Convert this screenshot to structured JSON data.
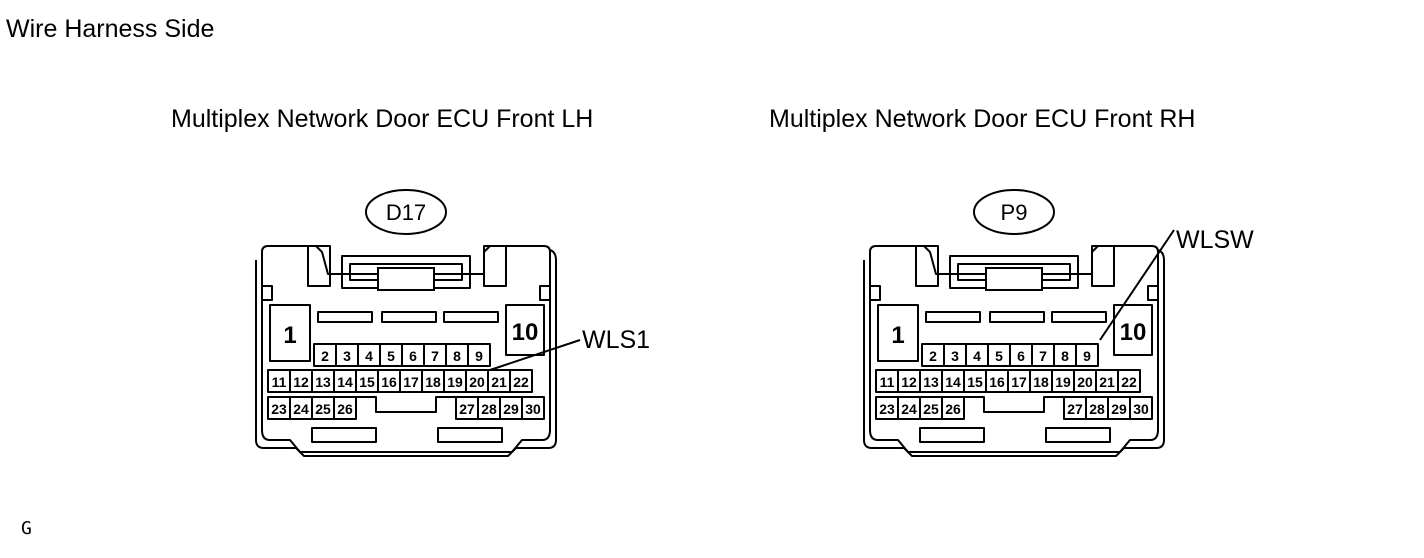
{
  "page_title": "Wire Harness Side",
  "footer_code": "G",
  "connectors": [
    {
      "title": "Multiplex Network Door ECU Front LH",
      "code": "D17",
      "wire_label": "WLS1",
      "wire_pin": "20",
      "pins": {
        "big_left": "1",
        "big_right": "10",
        "row1": [
          "2",
          "3",
          "4",
          "5",
          "6",
          "7",
          "8",
          "9"
        ],
        "row2": [
          "11",
          "12",
          "13",
          "14",
          "15",
          "16",
          "17",
          "18",
          "19",
          "20",
          "21",
          "22"
        ],
        "row3_left": [
          "23",
          "24",
          "25",
          "26"
        ],
        "row3_right": [
          "27",
          "28",
          "29",
          "30"
        ]
      }
    },
    {
      "title": "Multiplex Network Door ECU Front RH",
      "code": "P9",
      "wire_label": "WLSW",
      "wire_pin": "9",
      "pins": {
        "big_left": "1",
        "big_right": "10",
        "row1": [
          "2",
          "3",
          "4",
          "5",
          "6",
          "7",
          "8",
          "9"
        ],
        "row2": [
          "11",
          "12",
          "13",
          "14",
          "15",
          "16",
          "17",
          "18",
          "19",
          "20",
          "21",
          "22"
        ],
        "row3_left": [
          "23",
          "24",
          "25",
          "26"
        ],
        "row3_right": [
          "27",
          "28",
          "29",
          "30"
        ]
      }
    }
  ]
}
